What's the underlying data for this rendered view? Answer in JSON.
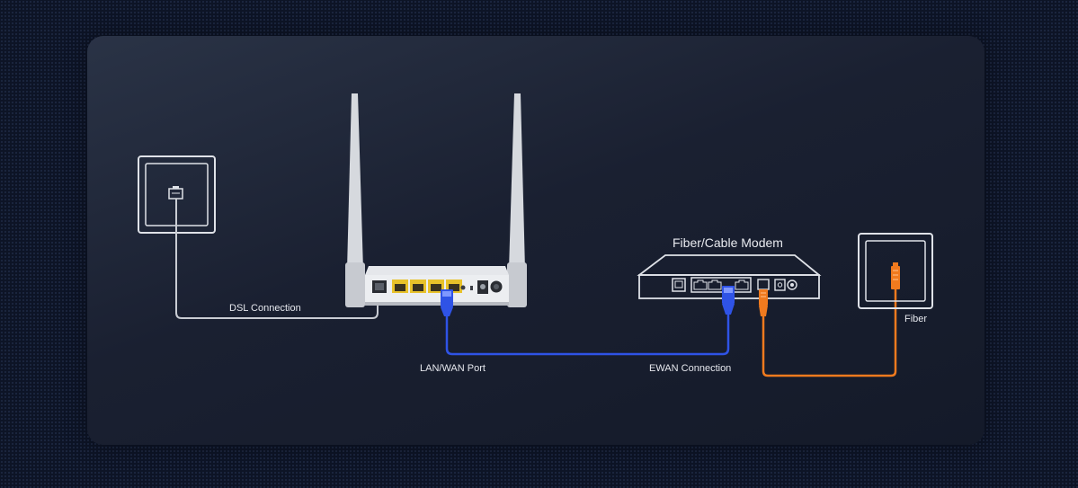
{
  "labels": {
    "dsl_connection": "DSL Connection",
    "lan_wan_port": "LAN/WAN Port",
    "ewan_connection": "EWAN Connection",
    "modem_title": "Fiber/Cable Modem",
    "fiber": "Fiber"
  },
  "colors": {
    "dsl_cable": "#c9ccd3",
    "ethernet_cable": "#2f53e6",
    "fiber_cable": "#f07a1e",
    "lan_port": "#e8c22a",
    "panel": "#1a2031",
    "background": "#0d1426"
  },
  "icons": {
    "dsl_wall_socket": "phone-jack-icon",
    "fiber_wall_socket": "fiber-jack-icon",
    "router": "router-icon",
    "modem": "modem-icon"
  }
}
